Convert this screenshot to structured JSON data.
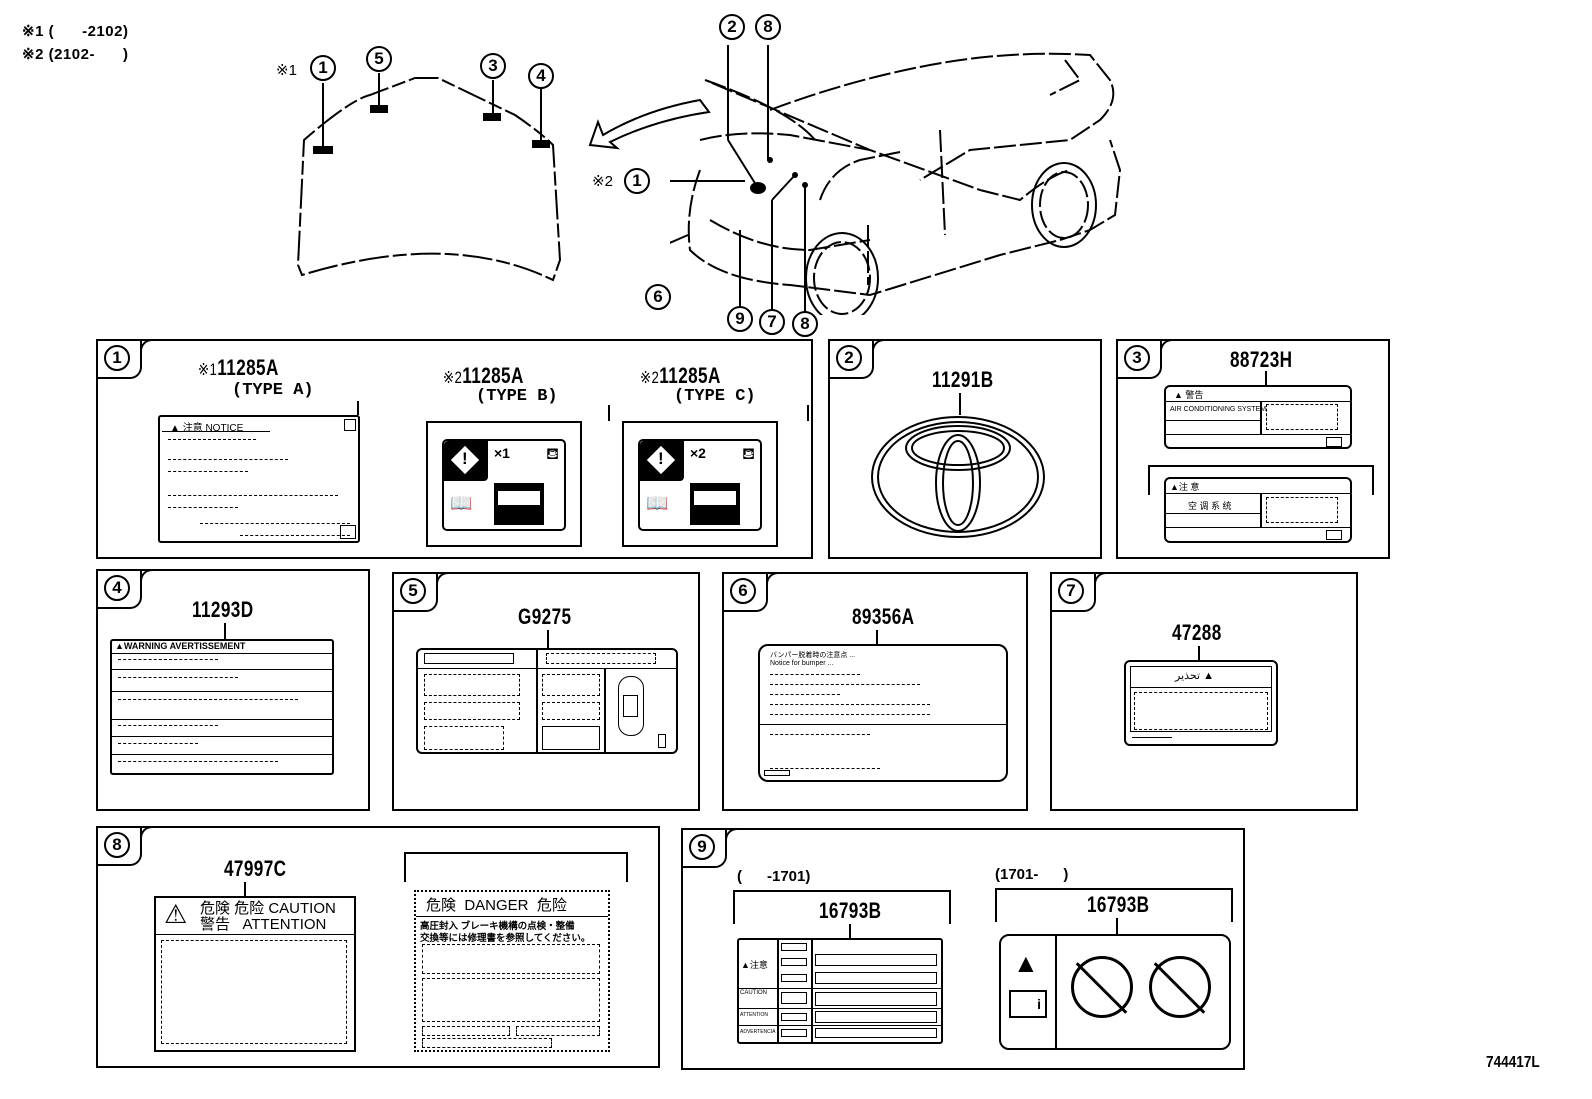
{
  "legend": {
    "note1": "※1 (      -2102)",
    "note2": "※2 (2102-      )"
  },
  "overview": {
    "hood_callouts": [
      {
        "num": "1",
        "prefix": "※1"
      },
      {
        "num": "5",
        "prefix": ""
      },
      {
        "num": "3",
        "prefix": ""
      },
      {
        "num": "4",
        "prefix": ""
      }
    ],
    "car_callouts": [
      {
        "num": "2"
      },
      {
        "num": "8"
      },
      {
        "num": "1",
        "prefix": "※2"
      },
      {
        "num": "6"
      },
      {
        "num": "9"
      },
      {
        "num": "7"
      },
      {
        "num": "8"
      }
    ]
  },
  "panels": {
    "p1": {
      "num": "1",
      "labels": [
        {
          "mark": "※1",
          "part": "11285A",
          "type": "(TYPE A)",
          "header": "注意 NOTICE"
        },
        {
          "mark": "※2",
          "part": "11285A",
          "type": "(TYPE B)",
          "icon_text": "×1"
        },
        {
          "mark": "※2",
          "part": "11285A",
          "type": "(TYPE C)",
          "icon_text": "×2"
        }
      ]
    },
    "p2": {
      "num": "2",
      "part": "11291B",
      "emblem": "toyota-emblem"
    },
    "p3": {
      "num": "3",
      "part": "88723H",
      "upper_header": "警告",
      "upper_text": "AIR CONDITIONING SYSTEM",
      "lower_header": "注 意",
      "lower_text": "空 调 系 统"
    },
    "p4": {
      "num": "4",
      "part": "11293D",
      "header": "WARNING AVERTISSEMENT"
    },
    "p5": {
      "num": "5",
      "part": "G9275"
    },
    "p6": {
      "num": "6",
      "part": "89356A",
      "line1": "バンパー脱着時の注意点 ...",
      "line2": "Notice for bumper ..."
    },
    "p7": {
      "num": "7",
      "part": "47288",
      "header": "تحذير"
    },
    "p8": {
      "num": "8",
      "part": "47997C",
      "caution_line1": "危険 危险 CAUTION",
      "caution_line2": "警告   ATTENTION",
      "danger_header": "危険  DANGER  危险",
      "danger_text1": "高圧封入 ブレーキ機構の点検・整備",
      "danger_text2": "交換等には修理書を参照してください。"
    },
    "p9": {
      "num": "9",
      "left": {
        "range": "(      -1701)",
        "part": "16793B",
        "row_labels": [
          "▲注意",
          "CAUTION",
          "ATTENTION",
          "ADVERTENCIA"
        ]
      },
      "right": {
        "range": "(1701-      )",
        "part": "16793B"
      }
    }
  },
  "diagram_code": "744417L"
}
